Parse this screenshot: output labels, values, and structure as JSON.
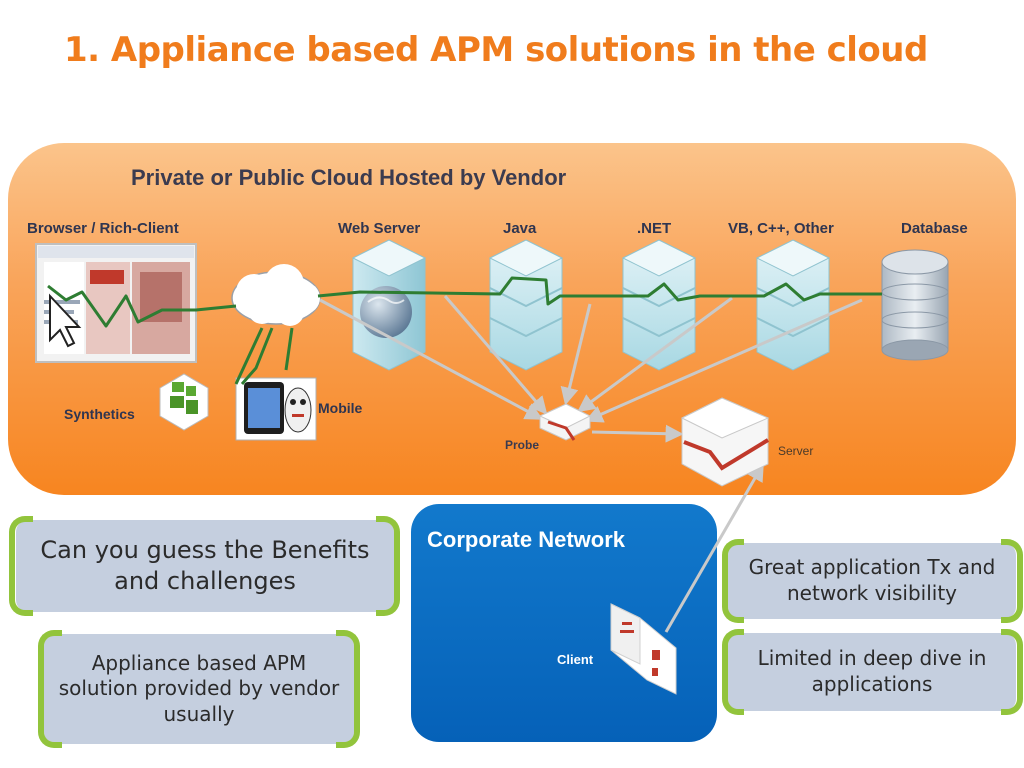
{
  "title": "1. Appliance based APM solutions in the cloud",
  "cloud": {
    "title": "Private or Public Cloud Hosted by Vendor",
    "tiers": [
      "Browser / Rich-Client",
      "Web Server",
      "Java",
      ".NET",
      "VB, C++, Other",
      "Database"
    ],
    "synthetics_label": "Synthetics",
    "mobile_label": "Mobile",
    "probe_label": "Probe",
    "server_label": "Server"
  },
  "corporate": {
    "title": "Corporate Network",
    "client_label": "Client"
  },
  "notes": {
    "question": "Can you guess the Benefits and challenges",
    "appliance": "Appliance based APM solution provided by vendor usually",
    "benefit": "Great application Tx and network visibility",
    "challenge": "Limited in deep dive in applications"
  },
  "colors": {
    "title": "#f07c1c",
    "panel_orange": "#f78520",
    "corporate_blue": "#0561b8",
    "transaction_line": "#2e7d32",
    "bracket_green": "#92c43c",
    "note_fill": "#c5cfdf"
  }
}
